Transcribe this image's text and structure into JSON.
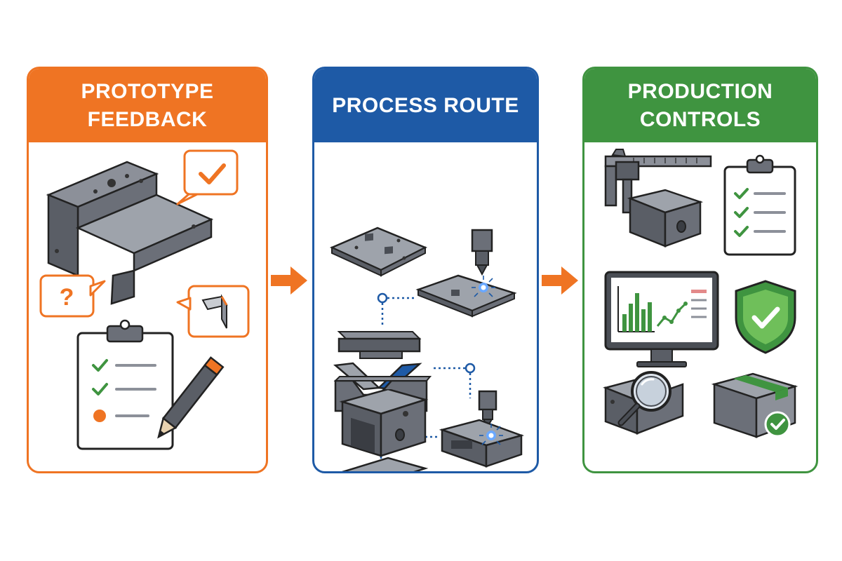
{
  "panels": {
    "feedback": {
      "title": "PROTOTYPE FEEDBACK",
      "color": "#ef7423"
    },
    "route": {
      "title": "PROCESS ROUTE",
      "color": "#1e5aa6"
    },
    "controls": {
      "title_line1": "PRODUCTION",
      "title_line2": "CONTROLS",
      "color": "#3f9440"
    }
  },
  "icons": {
    "feedback": [
      "bracket-part-icon",
      "check-speech-bubble-icon",
      "question-speech-bubble-icon",
      "bend-detail-bubble-icon",
      "clipboard-checklist-icon",
      "pencil-icon"
    ],
    "route": [
      "flat-blank-icon",
      "laser-cutting-icon",
      "press-brake-icon",
      "laser-welding-icon",
      "finished-box-part-icon"
    ],
    "controls": [
      "caliper-measurement-icon",
      "checklist-clipboard-icon",
      "monitor-chart-icon",
      "shield-check-icon",
      "magnifier-inspection-icon",
      "package-check-icon"
    ]
  },
  "colors": {
    "steel": "#6b6f78",
    "steel_light": "#9ea3ab",
    "steel_dark": "#4a4e55",
    "check_green": "#3f9440",
    "accent_orange": "#ef7423",
    "accent_blue": "#1e5aa6"
  }
}
